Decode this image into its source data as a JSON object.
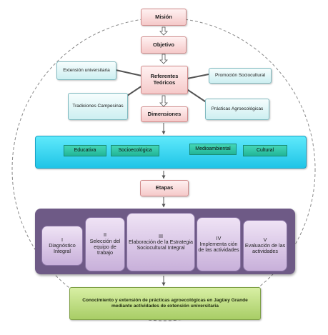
{
  "nodes": {
    "mision": "Misión",
    "objetivo": "Objetivo",
    "referentes": "Referentes Teóricos",
    "dimensiones": "Dimensiones",
    "etapas": "Etapas"
  },
  "referentes_teoricos": {
    "extension": "Extensión universitaria",
    "tradiciones": "Tradiciones Campesinas",
    "promocion": "Promoción Sociocultural",
    "practicas": "Prácticas Agroecológicas"
  },
  "dimensiones": [
    "Educativa",
    "Socioecológica",
    "Medioambiental",
    "Cultural"
  ],
  "etapas": [
    {
      "num": "I",
      "label": "Diagnóstico Integral"
    },
    {
      "num": "II",
      "label": "Selección del equipo de trabajo"
    },
    {
      "num": "III",
      "label": "Elaboración de la Estrategia Sociocultural Integral"
    },
    {
      "num": "IV",
      "label": "Implementa ción de las actividades"
    },
    {
      "num": "V",
      "label": "Evaluación de las actividades"
    }
  ],
  "resultado": "Conocimiento y extensión de prácticas agroecológicas en Jagüey Grande mediante actividades de extensión universitaria",
  "colors": {
    "pink": "#f5c9c9",
    "teal": "#cdeff1",
    "cyan_band": "#1fc4e6",
    "dimension": "#22b597",
    "purple_band": "#6e5a86",
    "stage": "#c8b0da",
    "green": "#a8cd66",
    "circle": "#8a8a8a"
  }
}
